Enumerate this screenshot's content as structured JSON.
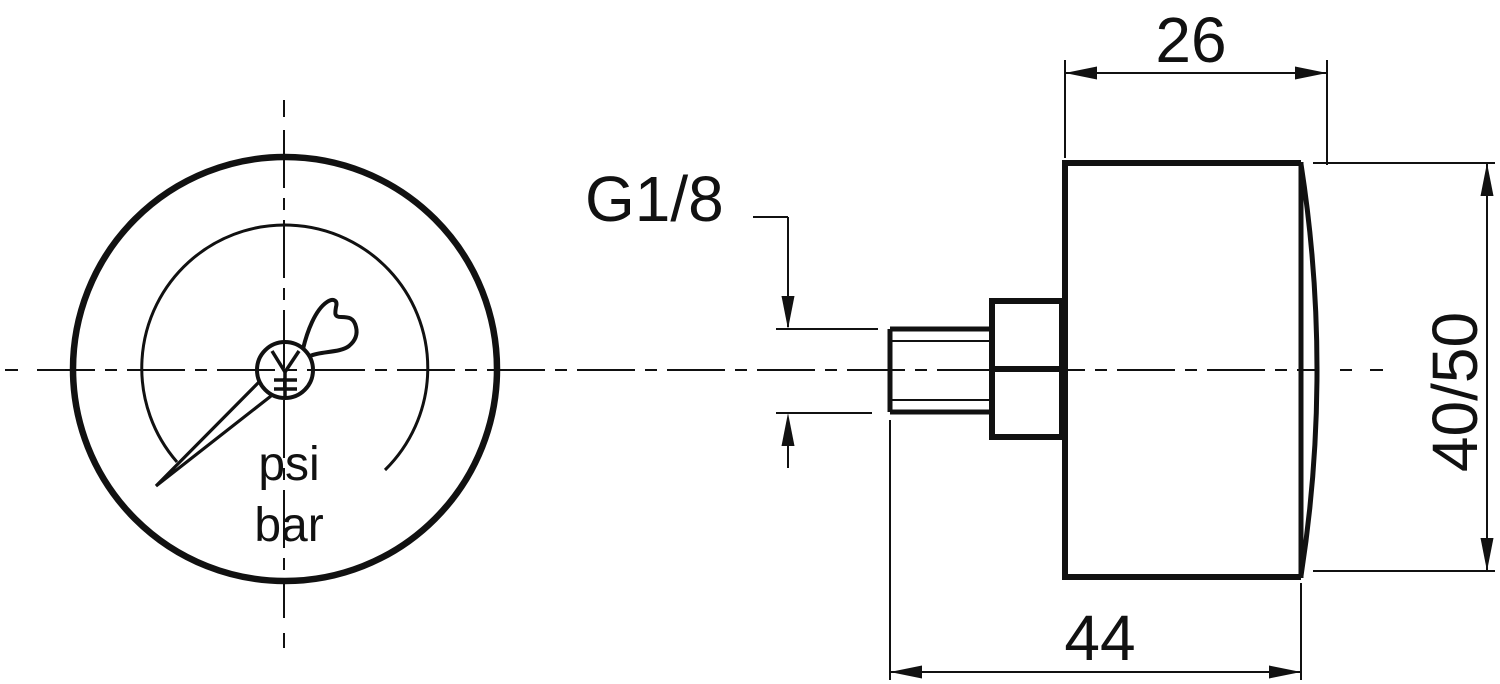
{
  "drawing": {
    "colors": {
      "line": "#111111",
      "background": "#ffffff"
    },
    "front_view": {
      "unit_label_top": "psi",
      "unit_label_bottom": "bar"
    },
    "side_view": {
      "thread_label": "G1/8"
    },
    "dimensions": {
      "case_depth": "26",
      "diameter": "40/50",
      "overall_length": "44"
    }
  }
}
